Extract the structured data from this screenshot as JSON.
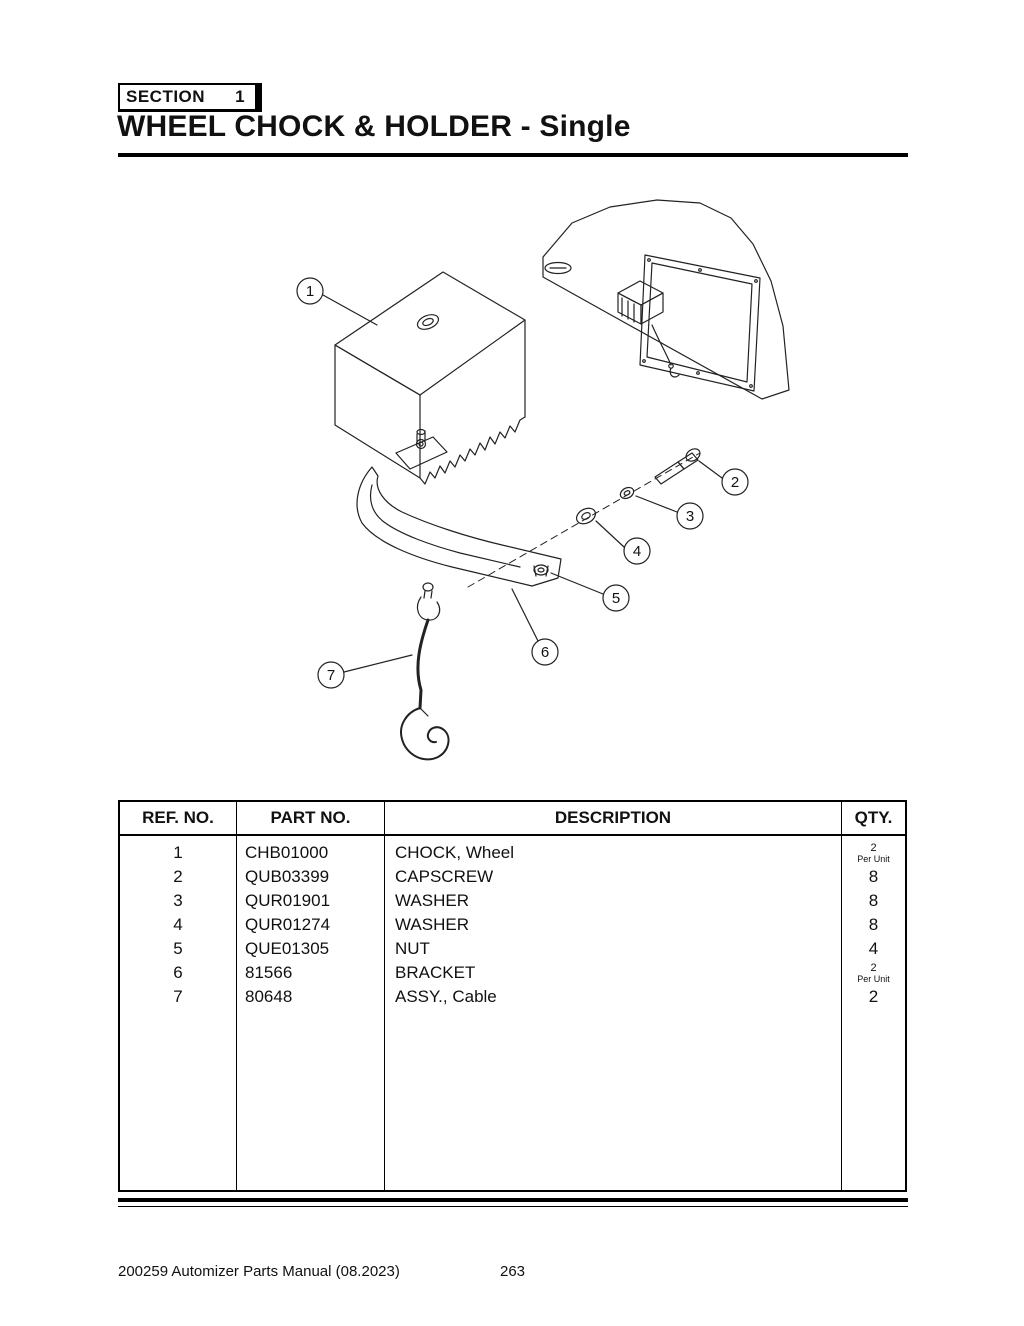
{
  "page": {
    "section_word": "SECTION",
    "section_number": "1",
    "title": "WHEEL CHOCK & HOLDER - Single",
    "footer_left": "200259 Automizer Parts Manual (08.2023)",
    "footer_page": "263"
  },
  "diagram": {
    "callouts": [
      {
        "label": "1"
      },
      {
        "label": "2"
      },
      {
        "label": "3"
      },
      {
        "label": "4"
      },
      {
        "label": "5"
      },
      {
        "label": "6"
      },
      {
        "label": "7"
      }
    ]
  },
  "table": {
    "headers": {
      "ref": "REF. NO.",
      "part": "PART NO.",
      "desc": "DESCRIPTION",
      "qty": "QTY."
    },
    "rows": [
      {
        "ref": "1",
        "part": "CHB01000",
        "desc": "CHOCK, Wheel",
        "qty": "2",
        "qty_note": "Per Unit"
      },
      {
        "ref": "2",
        "part": "QUB03399",
        "desc": "CAPSCREW",
        "qty": "8",
        "qty_note": ""
      },
      {
        "ref": "3",
        "part": "QUR01901",
        "desc": "WASHER",
        "qty": "8",
        "qty_note": ""
      },
      {
        "ref": "4",
        "part": "QUR01274",
        "desc": "WASHER",
        "qty": "8",
        "qty_note": ""
      },
      {
        "ref": "5",
        "part": "QUE01305",
        "desc": "NUT",
        "qty": "4",
        "qty_note": ""
      },
      {
        "ref": "6",
        "part": "81566",
        "desc": "BRACKET",
        "qty": "2",
        "qty_note": "Per Unit"
      },
      {
        "ref": "7",
        "part": "80648",
        "desc": "ASSY., Cable",
        "qty": "2",
        "qty_note": ""
      }
    ]
  }
}
